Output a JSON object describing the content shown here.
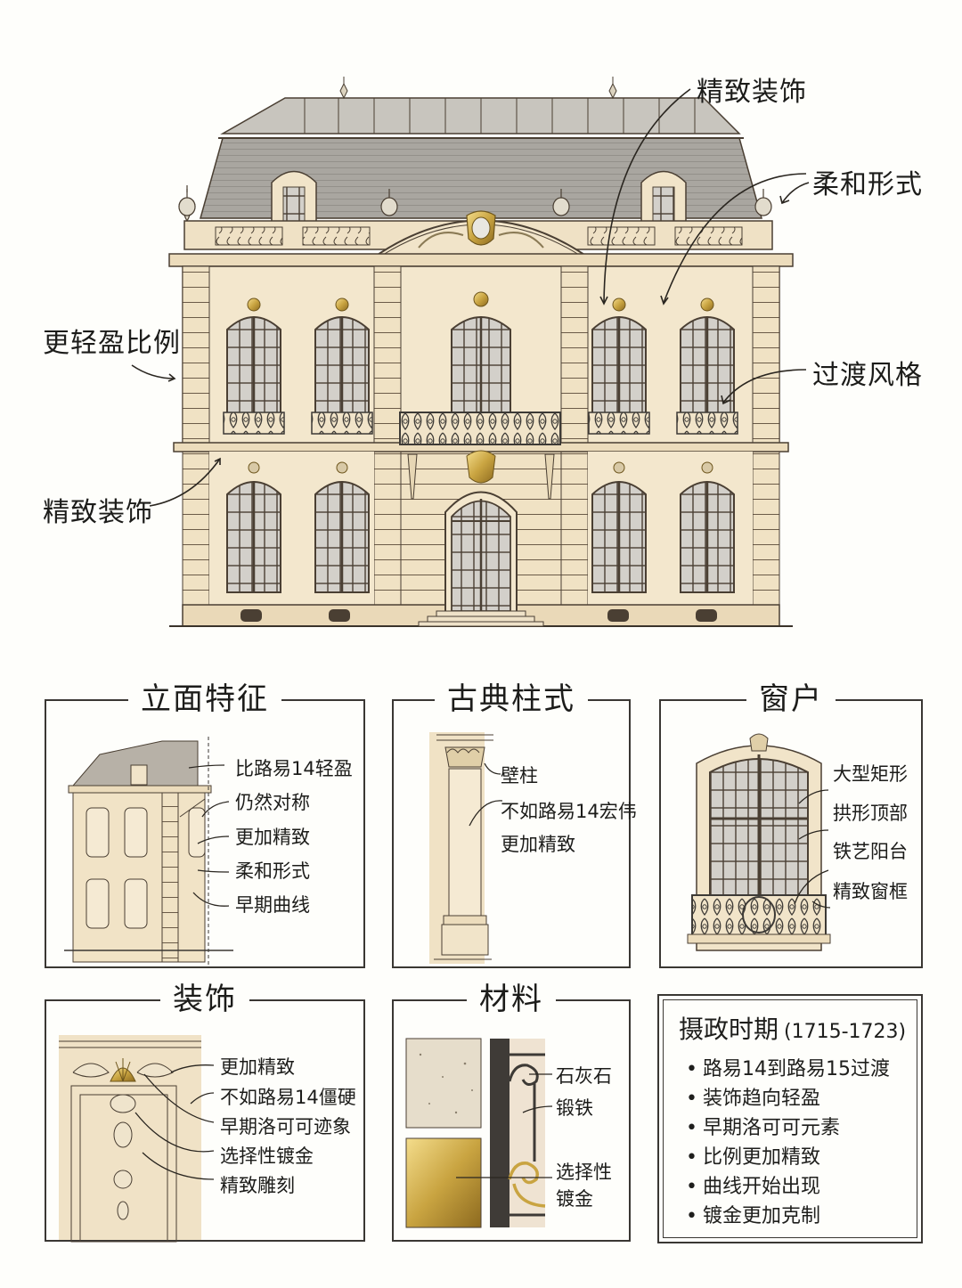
{
  "main_illustration": {
    "subject": "Régence-style French hôtel particulier facade",
    "callouts": {
      "top_right_1": "精致装饰",
      "top_right_2": "柔和形式",
      "right_mid": "过渡风格",
      "left_upper": "更轻盈比例",
      "left_lower": "精致装饰"
    }
  },
  "panels": {
    "facade": {
      "title": "立面特征",
      "labels": [
        "比路易14轻盈",
        "仍然对称",
        "更加精致",
        "柔和形式",
        "早期曲线"
      ]
    },
    "orders": {
      "title": "古典柱式",
      "labels": [
        "壁柱",
        "不如路易14宏伟",
        "更加精致"
      ]
    },
    "windows": {
      "title": "窗户",
      "labels": [
        "大型矩形",
        "拱形顶部",
        "铁艺阳台",
        "精致窗框"
      ]
    },
    "ornament": {
      "title": "装饰",
      "labels": [
        "更加精致",
        "不如路易14僵硬",
        "早期洛可可迹象",
        "选择性镀金",
        "精致雕刻"
      ]
    },
    "materials": {
      "title": "材料",
      "labels": [
        "石灰石",
        "锻铁",
        "选择性",
        "镀金"
      ]
    },
    "summary": {
      "title": "摄政时期",
      "years": "(1715-1723)",
      "items": [
        "路易14到路易15过渡",
        "装饰趋向轻盈",
        "早期洛可可元素",
        "比例更加精致",
        "曲线开始出现",
        "镀金更加克制"
      ]
    }
  },
  "colors": {
    "background": "#fefefb",
    "stone": "#f1e4c9",
    "stone_shade": "#e3d2b0",
    "roof": "#a9a6a0",
    "roof_light": "#c9c5bd",
    "ink": "#4a3f33",
    "gold": "#c9a441",
    "glass": "#d6d4cf",
    "iron": "#3d3a36"
  }
}
